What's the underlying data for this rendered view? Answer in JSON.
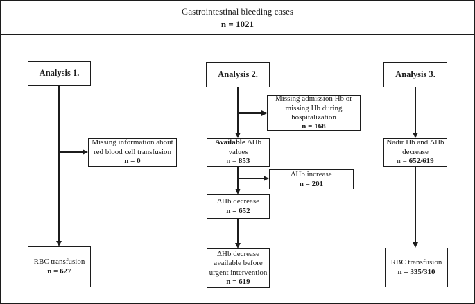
{
  "colors": {
    "border": "#1c1c1c",
    "background": "#ffffff",
    "text": "#1c1c1c"
  },
  "title": {
    "text": "Gastrointestinal bleeding cases",
    "count": "n = 1021"
  },
  "a1": {
    "header": "Analysis 1.",
    "exclusion": {
      "l1": "Missing information about",
      "l2": "red blood cell transfusion",
      "n": "n = 0"
    },
    "outcome": {
      "l1": "RBC transfusion",
      "n": "n = 627"
    }
  },
  "a2": {
    "header": "Analysis 2.",
    "exclusion1": {
      "l1": "Missing admission Hb or",
      "l2": "missing Hb during",
      "l3": "hospitalization",
      "n": "n = 168"
    },
    "available": {
      "bold": "Available",
      "rest": " ΔHb",
      "l2": "values",
      "n_prefix": "n = ",
      "n_value": "853"
    },
    "exclusion2": {
      "l1": "ΔHb increase",
      "n": "n = 201"
    },
    "decrease": {
      "l1": "ΔHb decrease",
      "n": "n = 652"
    },
    "outcome": {
      "l1": "ΔHb decrease",
      "l2": "available before",
      "l3": "urgent intervention",
      "n": "n = 619"
    }
  },
  "a3": {
    "header": "Analysis 3.",
    "nadir": {
      "l1": "Nadir Hb and ΔHb",
      "l2": "decrease",
      "n_prefix": "n = ",
      "n_value": "652/619"
    },
    "outcome": {
      "l1": "RBC transfusion",
      "n": "n = 335/310"
    }
  }
}
